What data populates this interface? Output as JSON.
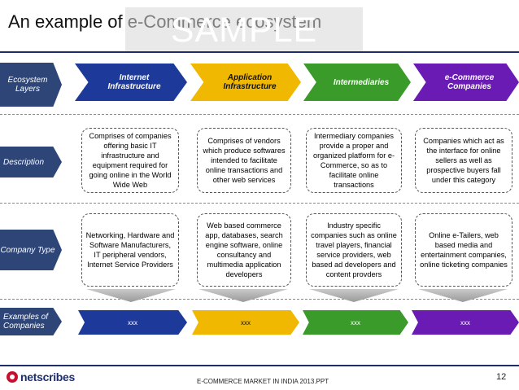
{
  "title": "An example of e-Commerce ecosystem",
  "watermark": "SAMPLE",
  "row_labels": {
    "layers": "Ecosystem Layers",
    "description": "Description",
    "company_type": "Company Type",
    "examples": "Examples of Companies"
  },
  "columns": [
    {
      "header": "Internet Infrastructure",
      "description": "Comprises of companies offering basic IT infrastructure and equipment required for going online in the World Wide Web",
      "company_type": "Networking, Hardware and Software Manufacturers, IT peripheral vendors, Internet Service Providers",
      "example": "xxx",
      "color": "#1d3a9a"
    },
    {
      "header": "Application Infrastructure",
      "description": "Comprises of vendors which produce softwares intended to facilitate online transactions and other web services",
      "company_type": "Web based commerce app, databases, search engine software, online consultancy and multimedia application developers",
      "example": "xxx",
      "color": "#f0b800"
    },
    {
      "header": "Intermediaries",
      "description": "Intermediary companies provide a proper and organized platform for e-Commerce, so as to facilitate online transactions",
      "company_type": "Industry specific companies such as online travel players, financial service providers, web based ad developers and content provders",
      "example": "xxx",
      "color": "#3a9b2a"
    },
    {
      "header": "e-Commerce Companies",
      "description": "Companies which act as the interface for online sellers as well as prospective buyers fall under this category",
      "company_type": "Online e-Tailers, web based media and entertainment companies, online ticketing companies",
      "example": "xxx",
      "color": "#6a1bb3"
    }
  ],
  "footer": {
    "logo_text": "netscribes",
    "text": "E-COMMERCE MARKET IN INDIA 2013.PPT",
    "page_number": "12"
  }
}
